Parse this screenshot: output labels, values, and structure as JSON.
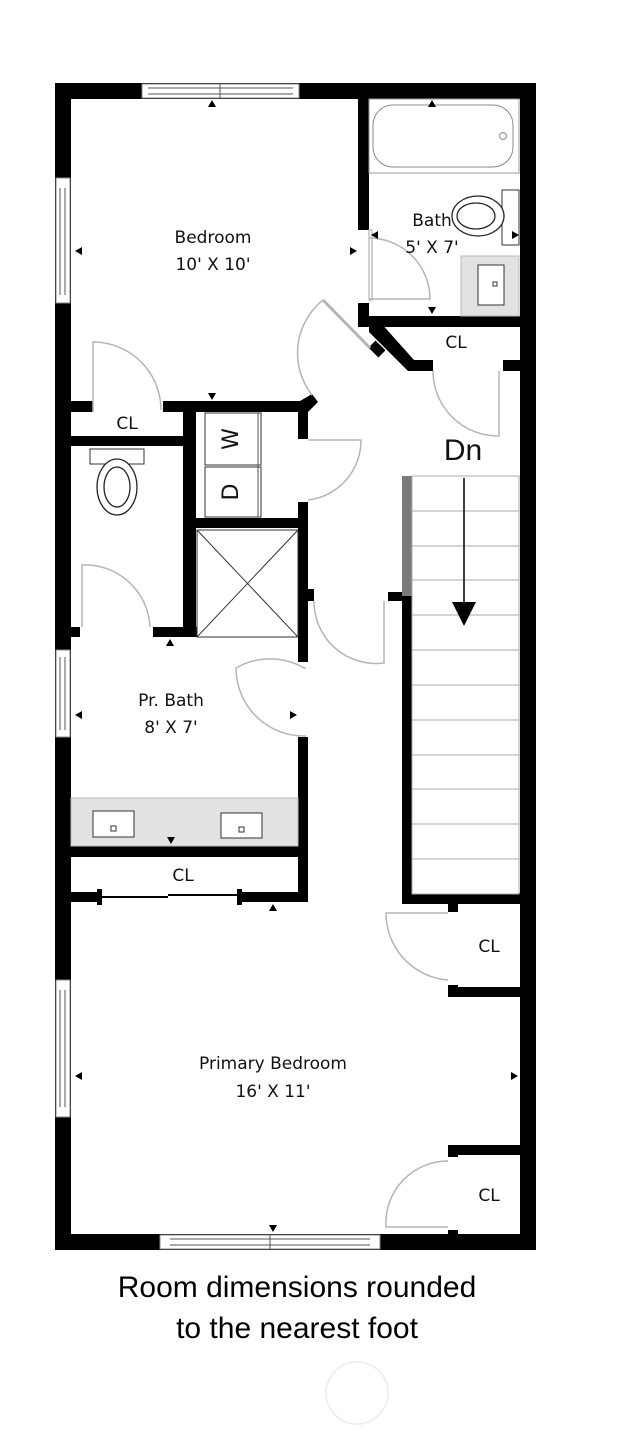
{
  "floor_plan": {
    "rooms": [
      {
        "id": "bedroom",
        "name": "Bedroom",
        "dimensions": "10' X 10'"
      },
      {
        "id": "bath",
        "name": "Bath",
        "dimensions": "5' X 7'"
      },
      {
        "id": "pr_bath",
        "name": "Pr. Bath",
        "dimensions": "8' X 7'"
      },
      {
        "id": "primary_bedroom",
        "name": "Primary Bedroom",
        "dimensions": "16' X 11'"
      }
    ],
    "closets": [
      {
        "id": "cl_bedroom",
        "label": "CL"
      },
      {
        "id": "cl_hall",
        "label": "CL"
      },
      {
        "id": "cl_pr_bath",
        "label": "CL"
      },
      {
        "id": "cl_primary_upper",
        "label": "CL"
      },
      {
        "id": "cl_primary_lower",
        "label": "CL"
      }
    ],
    "appliances": {
      "washer": "W",
      "dryer": "D"
    },
    "stairs": {
      "label": "Dn",
      "direction": "down",
      "treads": 12
    }
  },
  "footer": {
    "note_line1": "Room dimensions rounded",
    "note_line2": "to the nearest foot"
  },
  "colors": {
    "wall": "#000000",
    "fixture_fill": "#e2e2e2",
    "door_stroke": "#b5b5b5",
    "background": "#ffffff"
  }
}
